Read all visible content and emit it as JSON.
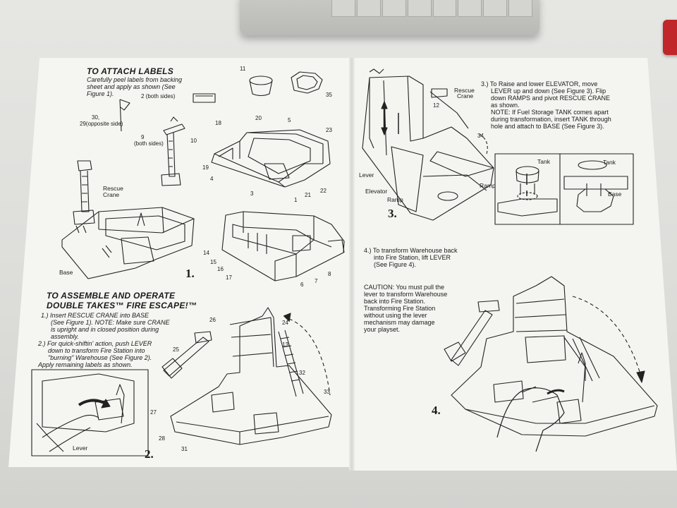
{
  "left_page": {
    "labels_heading": "TO ATTACH LABELS",
    "labels_body": [
      "Carefully peel labels from backing",
      "sheet and apply as shown (See",
      "Figure 1)."
    ],
    "assemble_heading": [
      "TO ASSEMBLE AND OPERATE",
      "DOUBLE TAKES™ FIRE ESCAPE!™"
    ],
    "step1": [
      "1.) Insert RESCUE CRANE into BASE",
      "(See Figure 1). NOTE: Make sure CRANE",
      "is upright and in closed position during",
      "assembly."
    ],
    "step2": [
      "2.) For quick-shiftin' action, push LEVER",
      "down to transform Fire Station into",
      "\"burning\" Warehouse (See Figure 2).",
      "Apply remaining labels as shown."
    ],
    "callouts": {
      "n11": "11",
      "n35": "35",
      "both_sides_2": "2 (both sides)",
      "n30_29": "30,",
      "opposite_side": "29(opposite side)",
      "n9": "9",
      "both_sides": "(both sides)",
      "n10": "10",
      "n20": "20",
      "n5": "5",
      "n18": "18",
      "n23": "23",
      "n19": "19",
      "n4": "4",
      "n3": "3",
      "n1": "1",
      "n21": "21",
      "n22": "22",
      "rescue_crane": "Rescue",
      "crane": "Crane",
      "base": "Base",
      "n14": "14",
      "n15": "15",
      "n16": "16",
      "n17": "17",
      "n6": "6",
      "n7": "7",
      "n8": "8",
      "n26": "26",
      "n24": "24",
      "n13": "13",
      "n25": "25",
      "n32": "32",
      "n33": "33",
      "n27": "27",
      "n28": "28",
      "n31": "31",
      "lever": "Lever"
    },
    "fig1": "1.",
    "fig2": "2."
  },
  "right_page": {
    "step3": [
      "3.) To Raise and lower ELEVATOR, move",
      "LEVER up and down (See Figure 3). Flip",
      "down RAMPS and pivot RESCUE CRANE",
      "as shown.",
      "NOTE: If Fuel Storage TANK comes apart",
      "during transformation, insert TANK through",
      "hole and attach to BASE (See Figure 3)."
    ],
    "step4": [
      "4.) To transform Warehouse back",
      "into Fire Station, lift LEVER",
      "(See Figure 4)."
    ],
    "caution": [
      "CAUTION: You must pull the",
      "lever to transform Warehouse",
      "back into Fire Station.",
      "Transforming Fire Station",
      "without using the lever",
      "mechanism may damage",
      "your playset."
    ],
    "callouts": {
      "rescue": "Rescue",
      "crane": "Crane",
      "n12": "12",
      "n34": "34",
      "lever": "Lever",
      "elevator": "Elevator",
      "ramp_a": "Ramp",
      "ramp_b": "Ramp",
      "tank_a": "Tank",
      "tank_b": "Tank",
      "base": "Base"
    },
    "fig3": "3.",
    "fig4": "4."
  }
}
